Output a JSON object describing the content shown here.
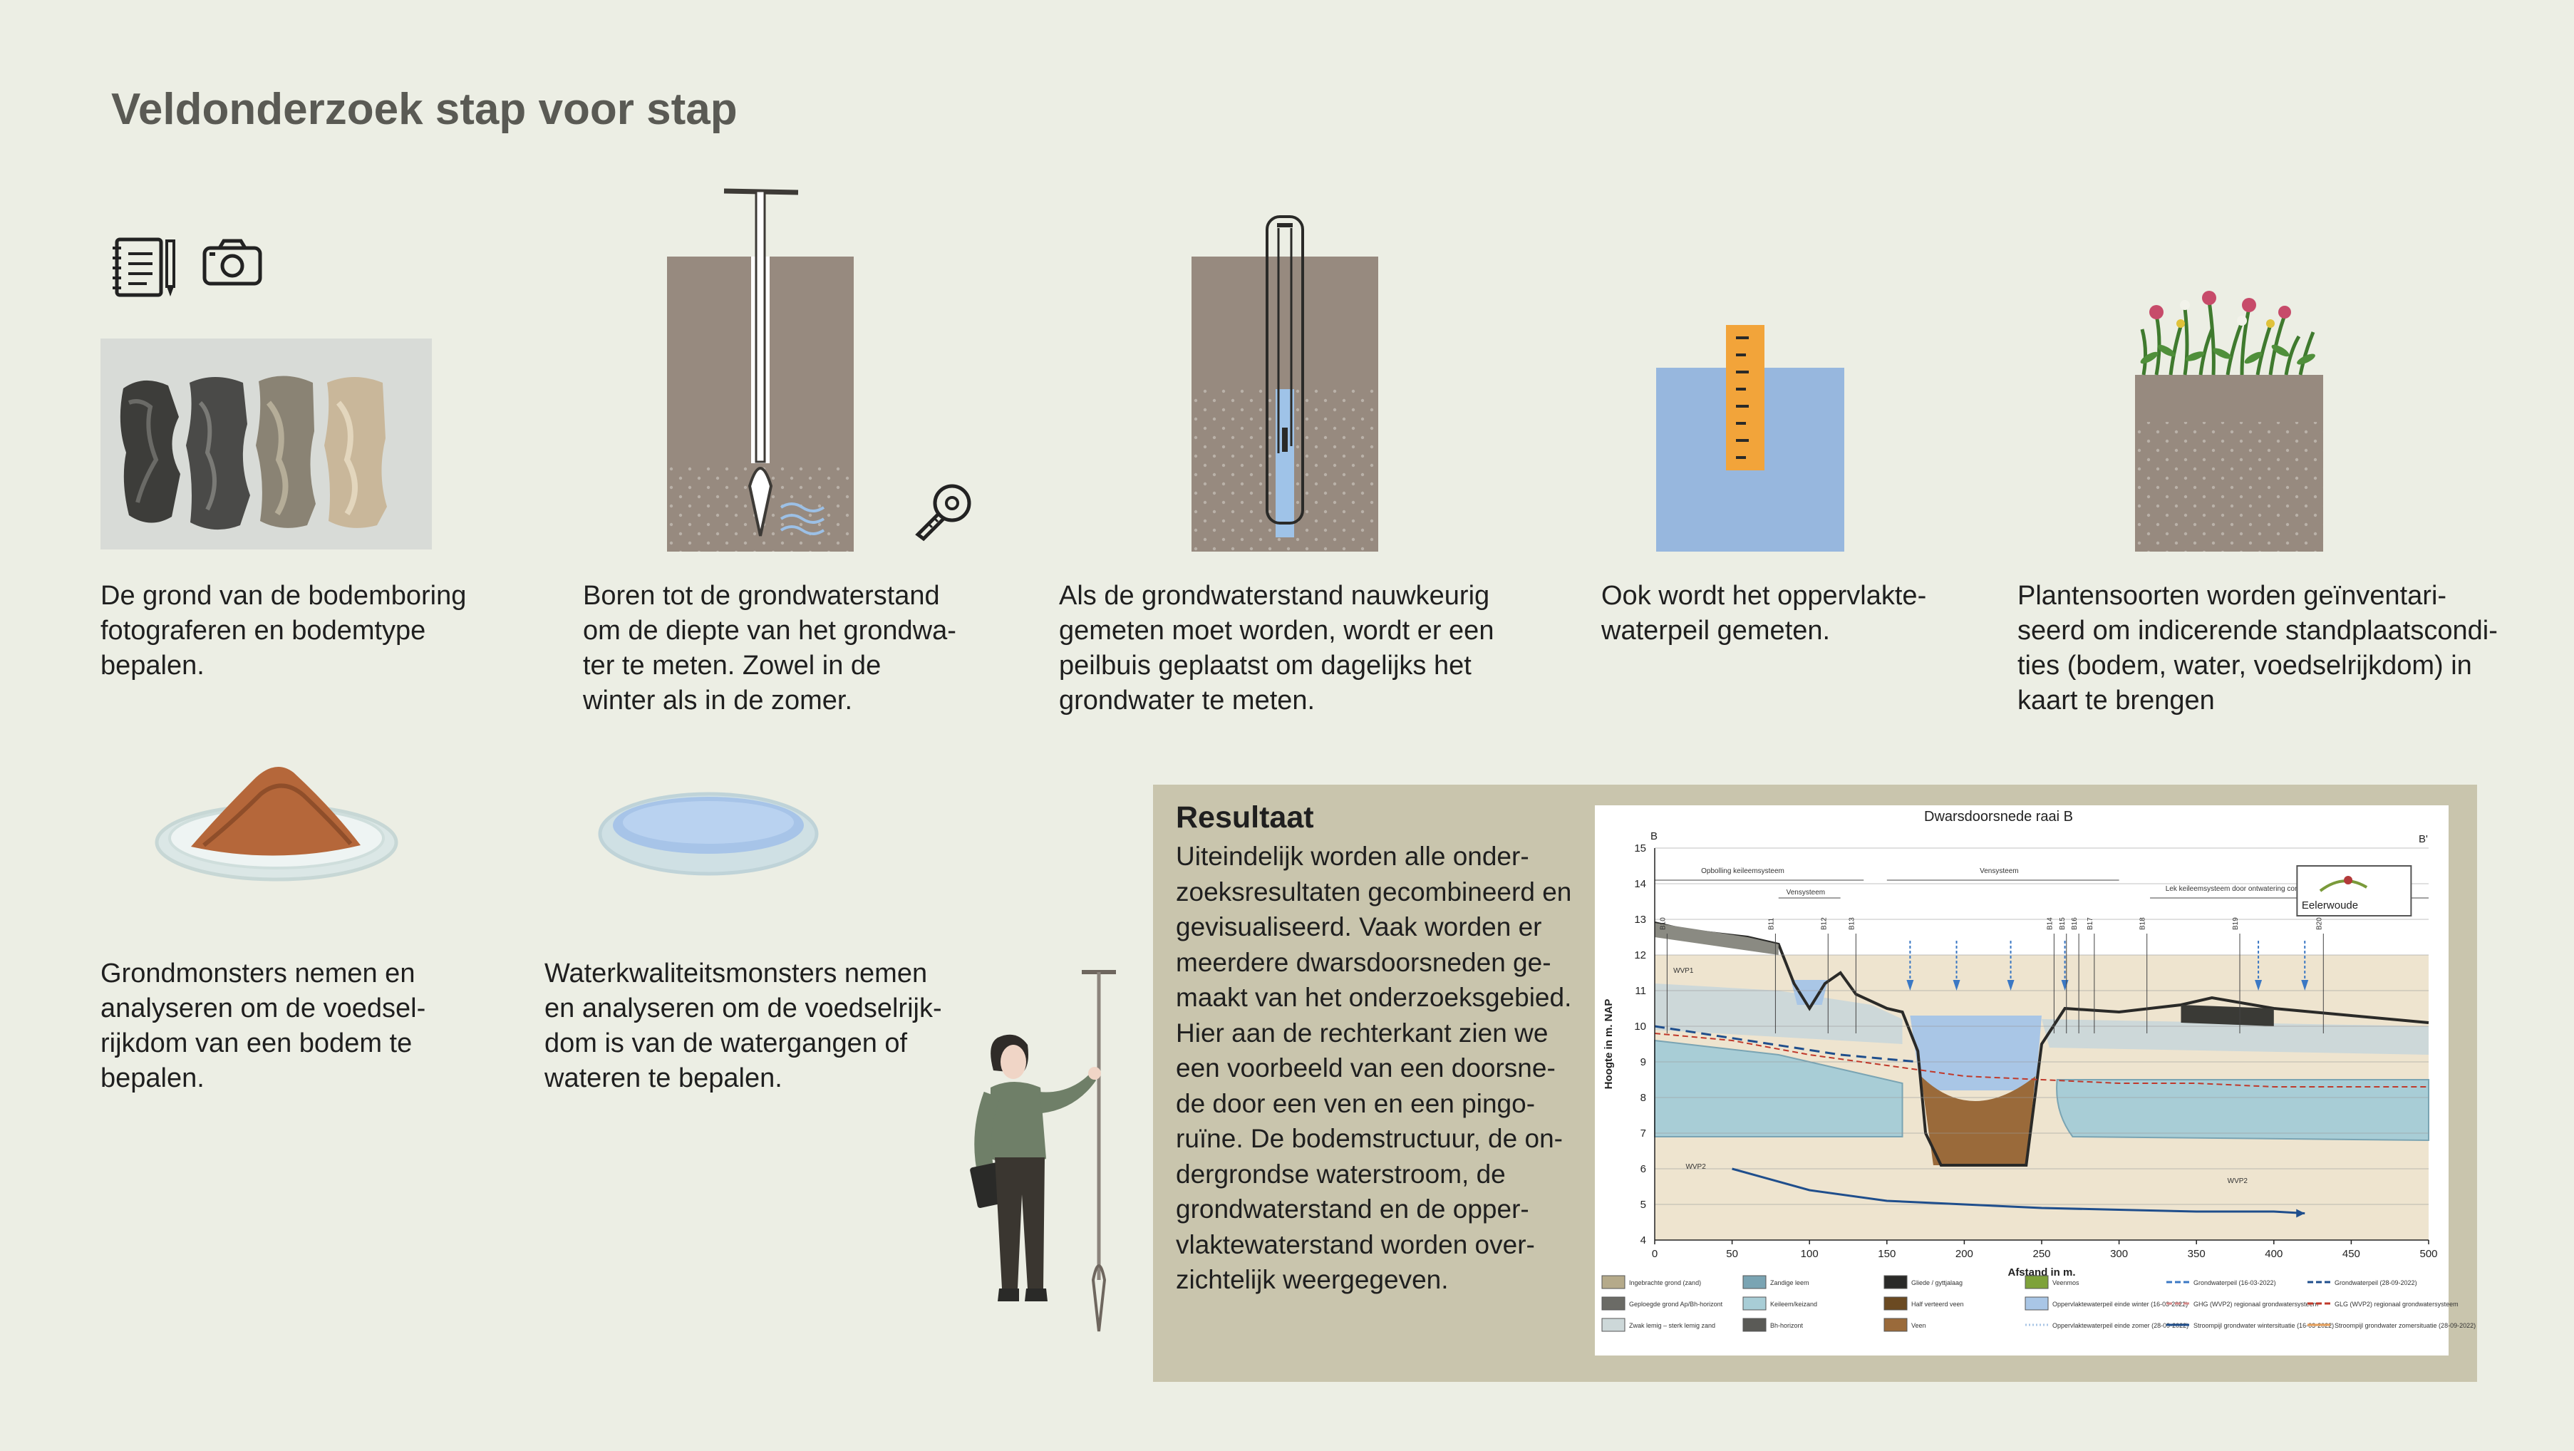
{
  "title": "Veldonderzoek stap voor stap",
  "steps": [
    {
      "lines": [
        "De grond van de bodemboring",
        "fotograferen en bodemtype",
        "bepalen."
      ]
    },
    {
      "lines": [
        "Boren tot de grondwaterstand",
        "om de diepte van het grondwa-",
        "ter te meten. Zowel in de",
        "winter als in de zomer."
      ]
    },
    {
      "lines": [
        "Als de grondwaterstand nauwkeurig",
        "gemeten moet worden, wordt er een",
        "peilbuis geplaatst om dagelijks het",
        "grondwater te meten."
      ]
    },
    {
      "lines": [
        "Ook wordt het oppervlakte-",
        "waterpeil gemeten."
      ]
    },
    {
      "lines": [
        "Plantensoorten worden geïnventari-",
        "seerd om indicerende standplaatscondi-",
        "ties (bodem, water, voedselrijkdom) in",
        "kaart te brengen"
      ]
    },
    {
      "lines": [
        "Grondmonsters nemen en",
        "analyseren om de voedsel-",
        "rijkdom van een bodem te",
        "bepalen."
      ]
    },
    {
      "lines": [
        "Waterkwaliteitsmonsters nemen",
        "en analyseren om de voedselrijk-",
        "dom is van de watergangen of",
        "wateren te bepalen."
      ]
    }
  ],
  "result": {
    "heading": "Resultaat",
    "lines": [
      "Uiteindelijk worden alle onder-",
      "zoeksresultaten gecombineerd en",
      "gevisualiseerd. Vaak worden er",
      "meerdere dwarsdoorsneden ge-",
      "maakt van het onderzoeksgebied.",
      "Hier aan de rechterkant zien we",
      "een voorbeeld van een doorsne-",
      "de door een ven en een pingo-",
      "ruïne. De bodemstructuur, de on-",
      "dergrondse waterstroom, de",
      "grondwaterstand en de opper-",
      "vlaktewaterstand worden over-",
      "zichtelijk weergegeven."
    ]
  },
  "icons": [
    "notebook-icon",
    "camera-icon",
    "measuring-tape-icon"
  ],
  "colors": {
    "soil": "#978a7f",
    "water": "#97b7de",
    "gauge": "#f2a43a",
    "background": "#eceee4",
    "result_box": "#c9c5ad"
  },
  "chart_data": {
    "type": "diagram",
    "title": "Dwarsdoorsnede raai B",
    "corner_left": "B",
    "corner_right": "B'",
    "xlabel": "Afstand in m.",
    "ylabel": "Hoogte in m. NAP",
    "x_ticks": [
      "0",
      "50",
      "100",
      "150",
      "200",
      "250",
      "300",
      "350",
      "400",
      "450",
      "500"
    ],
    "y_ticks": [
      "4",
      "5",
      "6",
      "7",
      "8",
      "9",
      "10",
      "11",
      "12",
      "13",
      "14",
      "15"
    ],
    "xlim": [
      0,
      500
    ],
    "ylim": [
      4,
      15
    ],
    "logo": "Eelerwoude",
    "annotations": [
      "Opbolling keileemsysteem",
      "Vensysteem",
      "Vensysteem",
      "Lek keileemsysteem door ontwatering contact met regionaal grondwatersysteem",
      "WVP1",
      "WVP2",
      "WVP2"
    ],
    "boring_labels": [
      "B10",
      "B11",
      "B12",
      "B13",
      "B14",
      "B15",
      "B16",
      "B17",
      "B18",
      "B19",
      "B20"
    ],
    "surface": [
      [
        0,
        12.9
      ],
      [
        20,
        12.7
      ],
      [
        40,
        12.6
      ],
      [
        60,
        12.5
      ],
      [
        80,
        12.3
      ],
      [
        90,
        11.2
      ],
      [
        100,
        10.5
      ],
      [
        110,
        11.2
      ],
      [
        120,
        11.5
      ],
      [
        130,
        10.9
      ],
      [
        150,
        10.5
      ],
      [
        160,
        10.4
      ],
      [
        170,
        9.3
      ],
      [
        175,
        7.0
      ],
      [
        185,
        6.1
      ],
      [
        240,
        6.1
      ],
      [
        250,
        9.5
      ],
      [
        265,
        10.5
      ],
      [
        300,
        10.4
      ],
      [
        340,
        10.6
      ],
      [
        360,
        10.8
      ],
      [
        400,
        10.5
      ],
      [
        450,
        10.3
      ],
      [
        500,
        10.1
      ]
    ],
    "groundwater": [
      [
        0,
        9.8
      ],
      [
        50,
        9.6
      ],
      [
        100,
        9.2
      ],
      [
        150,
        8.9
      ],
      [
        200,
        8.6
      ],
      [
        250,
        8.5
      ],
      [
        300,
        8.4
      ],
      [
        350,
        8.4
      ],
      [
        400,
        8.3
      ],
      [
        450,
        8.3
      ],
      [
        500,
        8.3
      ]
    ],
    "regional_flow": [
      [
        50,
        6.0
      ],
      [
        100,
        5.4
      ],
      [
        150,
        5.1
      ],
      [
        200,
        5.0
      ],
      [
        250,
        4.9
      ],
      [
        300,
        4.85
      ],
      [
        350,
        4.8
      ],
      [
        400,
        4.8
      ],
      [
        420,
        4.75
      ]
    ],
    "legend": [
      "Ingebrachte grond (zand)",
      "Geploegde grond Ap/Bh-horizont",
      "Zwak lemig – sterk lemig zand",
      "Zandige leem",
      "Keileem/keizand",
      "Bh-horizont",
      "Gliede / gyttjalaag",
      "Half verteerd veen",
      "Veen",
      "Veenmos",
      "Oppervlaktewaterpeil einde winter (16-03-2022)",
      "Oppervlaktewaterpeil einde zomer (28-09-2022)",
      "Grondwaterpeil (16-03-2022)",
      "GHG (WVP2) regionaal grondwatersysteem",
      "Stroompijl grondwater wintersituatie (16-03-2022)",
      "Grondwaterpeil (28-09-2022)",
      "GLG (WVP2) regionaal grondwatersysteem",
      "Stroompijl grondwater zomersituatie (28-09-2022)"
    ]
  }
}
